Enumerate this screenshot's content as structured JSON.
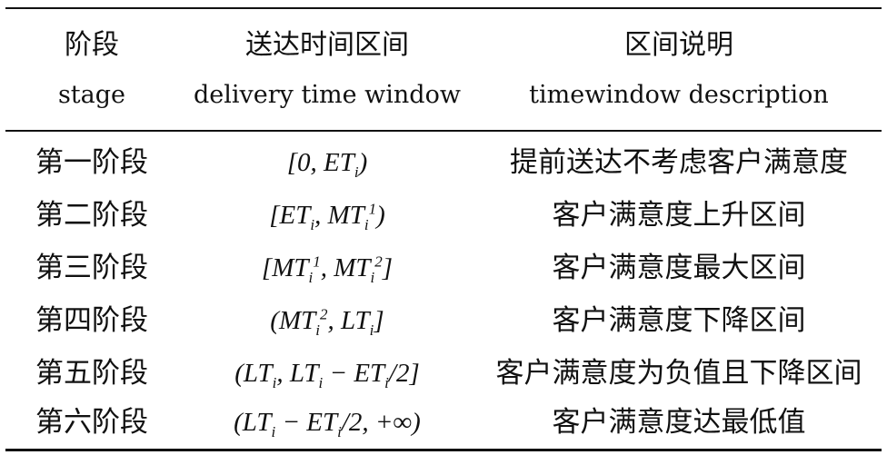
{
  "header": {
    "stage_cn": "阶段",
    "stage_en": "stage",
    "window_cn": "送达时间区间",
    "window_en": "delivery time window",
    "desc_cn": "区间说明",
    "desc_en": "timewindow description"
  },
  "rows": [
    {
      "stage": "第一阶段",
      "window": "[0, ET<sub>i</sub>)",
      "description": "提前送达不考虑客户满意度"
    },
    {
      "stage": "第二阶段",
      "window": "[ET<sub>i</sub>, MT<sub>i</sub><sup>1</sup>)",
      "description": "客户满意度上升区间"
    },
    {
      "stage": "第三阶段",
      "window": "[MT<sub>i</sub><sup>1</sup>, MT<sub>i</sub><sup>2</sup>]",
      "description": "客户满意度最大区间"
    },
    {
      "stage": "第四阶段",
      "window": "(MT<sub>i</sub><sup>2</sup>, LT<sub>i</sub>]",
      "description": "客户满意度下降区间"
    },
    {
      "stage": "第五阶段",
      "window": "(LT<sub>i</sub>, LT<sub>i</sub> − ET<sub>i</sub>/2]",
      "description": "客户满意度为负值且下降区间"
    },
    {
      "stage": "第六阶段",
      "window": "(LT<sub>i</sub> − ET<sub>i</sub>/2, +∞)",
      "description": "客户满意度达最低值"
    }
  ]
}
